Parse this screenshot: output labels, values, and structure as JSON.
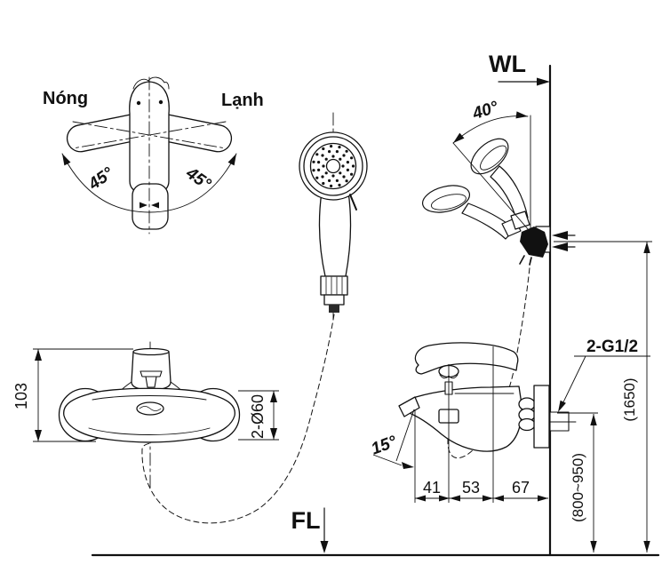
{
  "drawing": {
    "labels": {
      "hot": "Nóng",
      "cold": "Lạnh",
      "wall_line": "WL",
      "floor_line": "FL",
      "thread_spec": "2-G1/2"
    },
    "angles": {
      "handle_left": "45°",
      "handle_right": "45°",
      "holder_tilt": "40°",
      "spout_tilt": "15°"
    },
    "dimensions": {
      "body_height": "103",
      "flange_diameter": "2-Ø60",
      "spout_offset": "41",
      "knob_to_body": "53",
      "body_to_wall": "67",
      "holder_height_total": "(1650)",
      "install_height_range": "(800~950)"
    },
    "colors": {
      "ink": "#111111",
      "background": "#ffffff"
    }
  }
}
